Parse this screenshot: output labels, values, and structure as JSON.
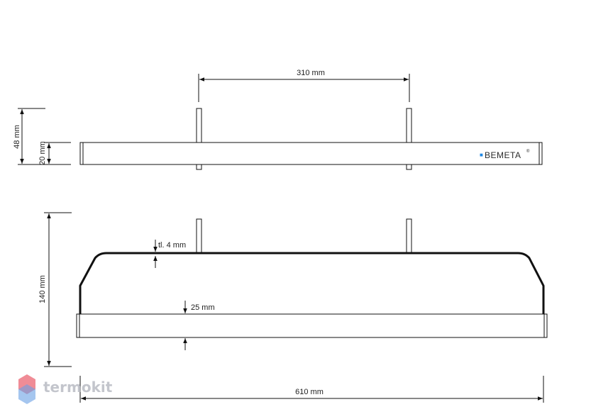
{
  "dimensions": {
    "post_spacing": "310 mm",
    "total_height_top": "48 mm",
    "bar_height": "20 mm",
    "depth": "140 mm",
    "thickness": "tl. 4 mm",
    "front_bar": "25 mm",
    "width": "610 mm"
  },
  "brand": {
    "name": "BEMETA",
    "mark": "■",
    "trademark": "®",
    "accent_color": "#1e88e5"
  },
  "watermark": {
    "text": "termokit",
    "colors": [
      "#e84b5b",
      "#4f8fe0"
    ]
  }
}
